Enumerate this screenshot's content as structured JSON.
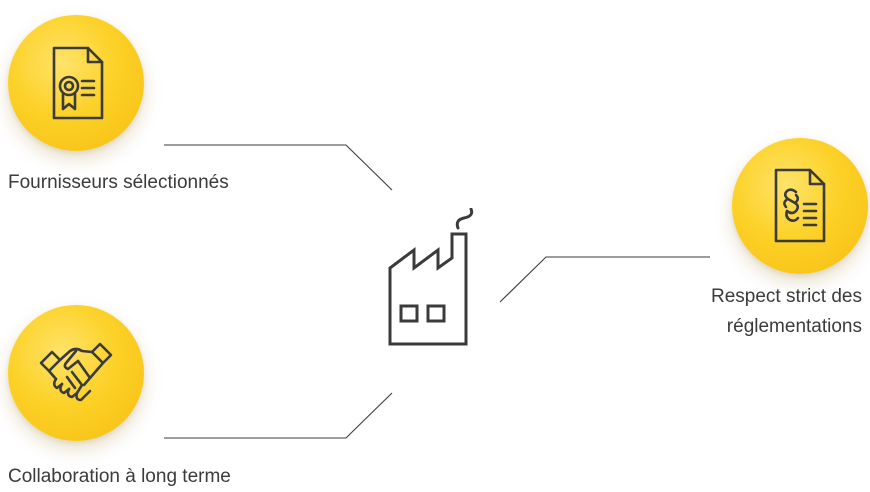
{
  "diagram": {
    "center": {
      "icon": "factory-icon"
    },
    "items": [
      {
        "icon": "certificate-document-icon",
        "label": "Fournisseurs sélectionnés"
      },
      {
        "icon": "handshake-icon",
        "label": "Collaboration à long terme"
      },
      {
        "icon": "regulation-document-icon",
        "label_lines": [
          "Respect strict des",
          "réglementations"
        ]
      }
    ]
  },
  "colors": {
    "circle_light": "#ffe36a",
    "circle_main": "#fcd127",
    "circle_dark": "#f6bd12",
    "icon_stroke": "#3b3b3b",
    "connector": "#3b3b3b",
    "text": "#3b3b3b"
  }
}
